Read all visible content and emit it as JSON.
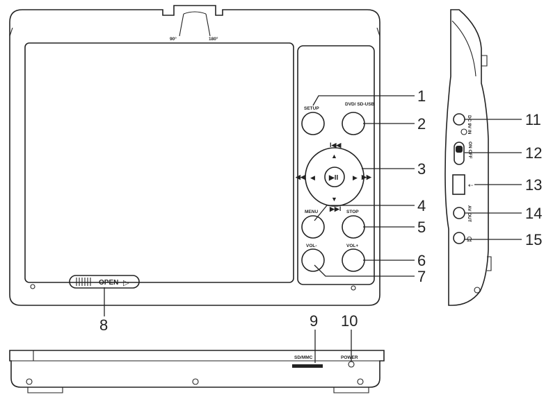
{
  "device": {
    "hinge_angles": [
      "90°",
      "180°"
    ],
    "latch_label": "OPEN",
    "buttons": {
      "setup": "SETUP",
      "dvd_source": "DVD/ SD-USB",
      "menu": "MENU",
      "stop": "STOP",
      "vol_minus": "VOL-",
      "vol_plus": "VOL+"
    },
    "side_labels": {
      "dc_in": "DC 9V IN",
      "switch": "ON OFF",
      "av_out": "AV OUT"
    },
    "bottom_labels": {
      "card_slot": "SD/MMC",
      "power": "POWER"
    }
  },
  "callouts": [
    "1",
    "2",
    "3",
    "4",
    "5",
    "6",
    "7",
    "8",
    "9",
    "10",
    "11",
    "12",
    "13",
    "14",
    "15"
  ]
}
